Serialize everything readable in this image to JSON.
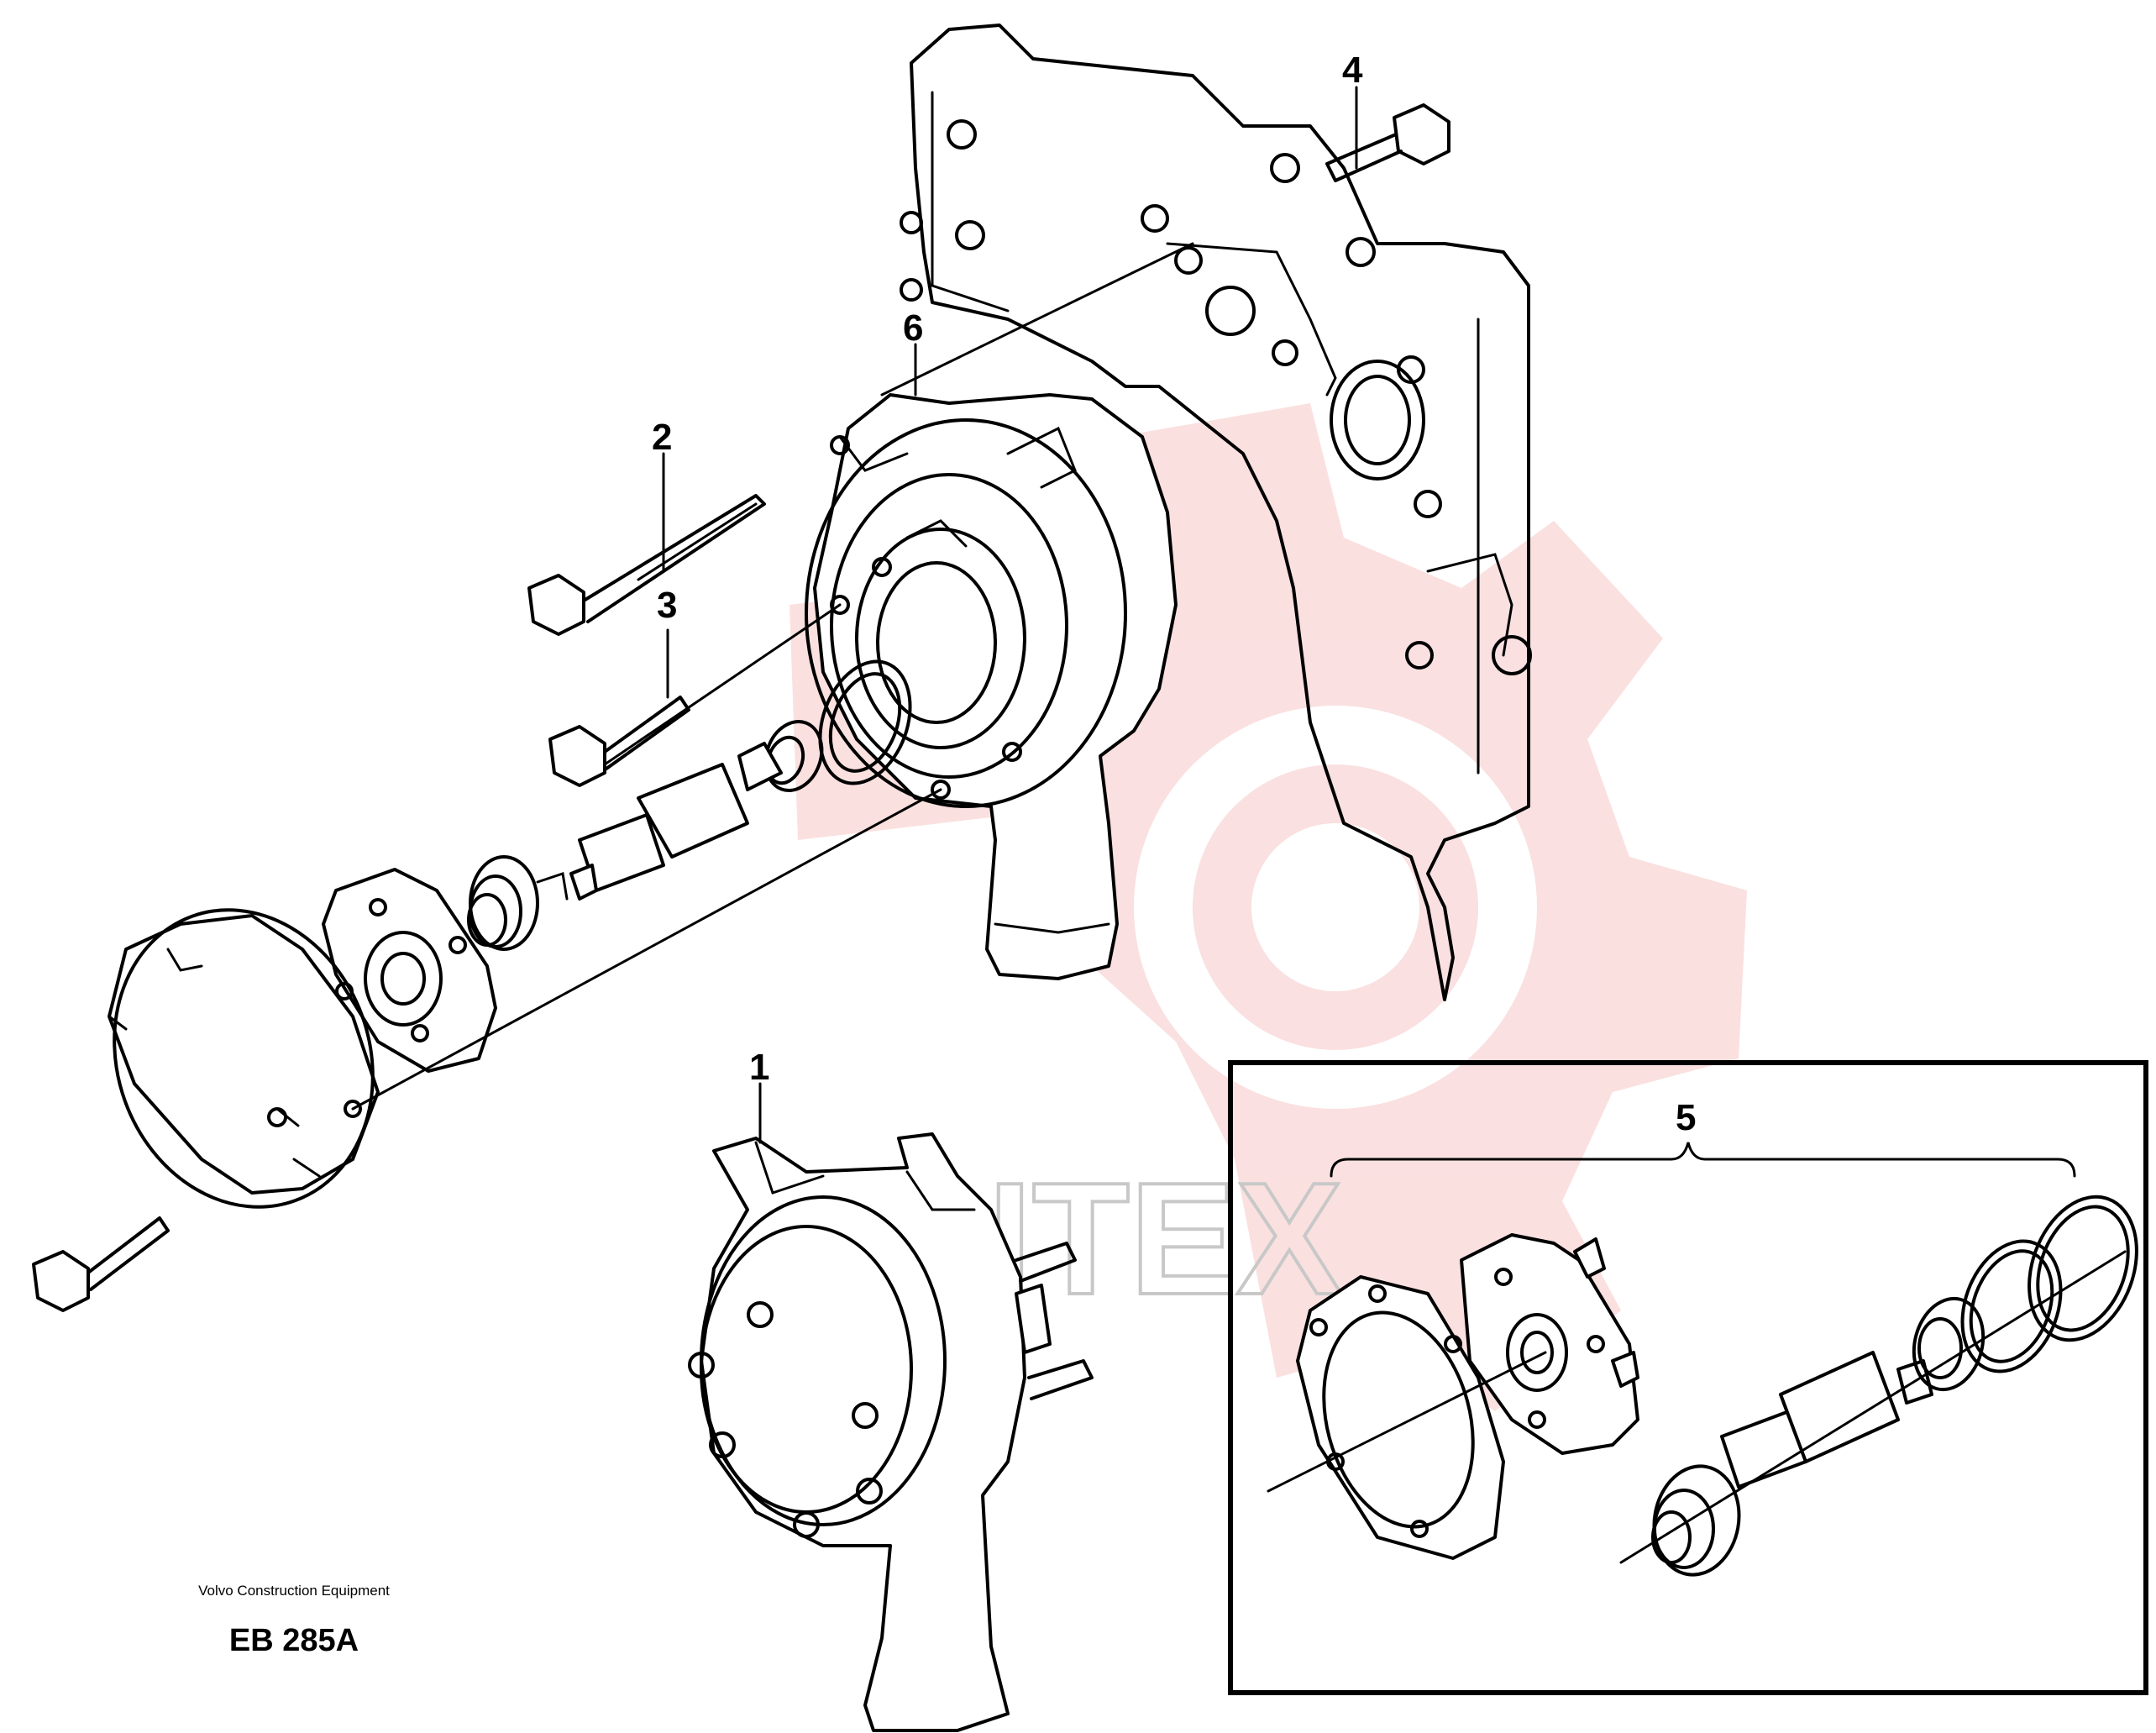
{
  "callouts": [
    {
      "id": "1",
      "label": "1"
    },
    {
      "id": "2",
      "label": "2"
    },
    {
      "id": "3",
      "label": "3"
    },
    {
      "id": "4",
      "label": "4"
    },
    {
      "id": "5",
      "label": "5"
    },
    {
      "id": "6",
      "label": "6"
    }
  ],
  "watermark": {
    "text": "VHTEX",
    "color": "#e8343a"
  },
  "footer": {
    "company": "Volvo Construction Equipment",
    "code": "EB 285A"
  },
  "colors": {
    "line": "#000000",
    "background": "#ffffff",
    "watermark": "#f5b5b5"
  }
}
